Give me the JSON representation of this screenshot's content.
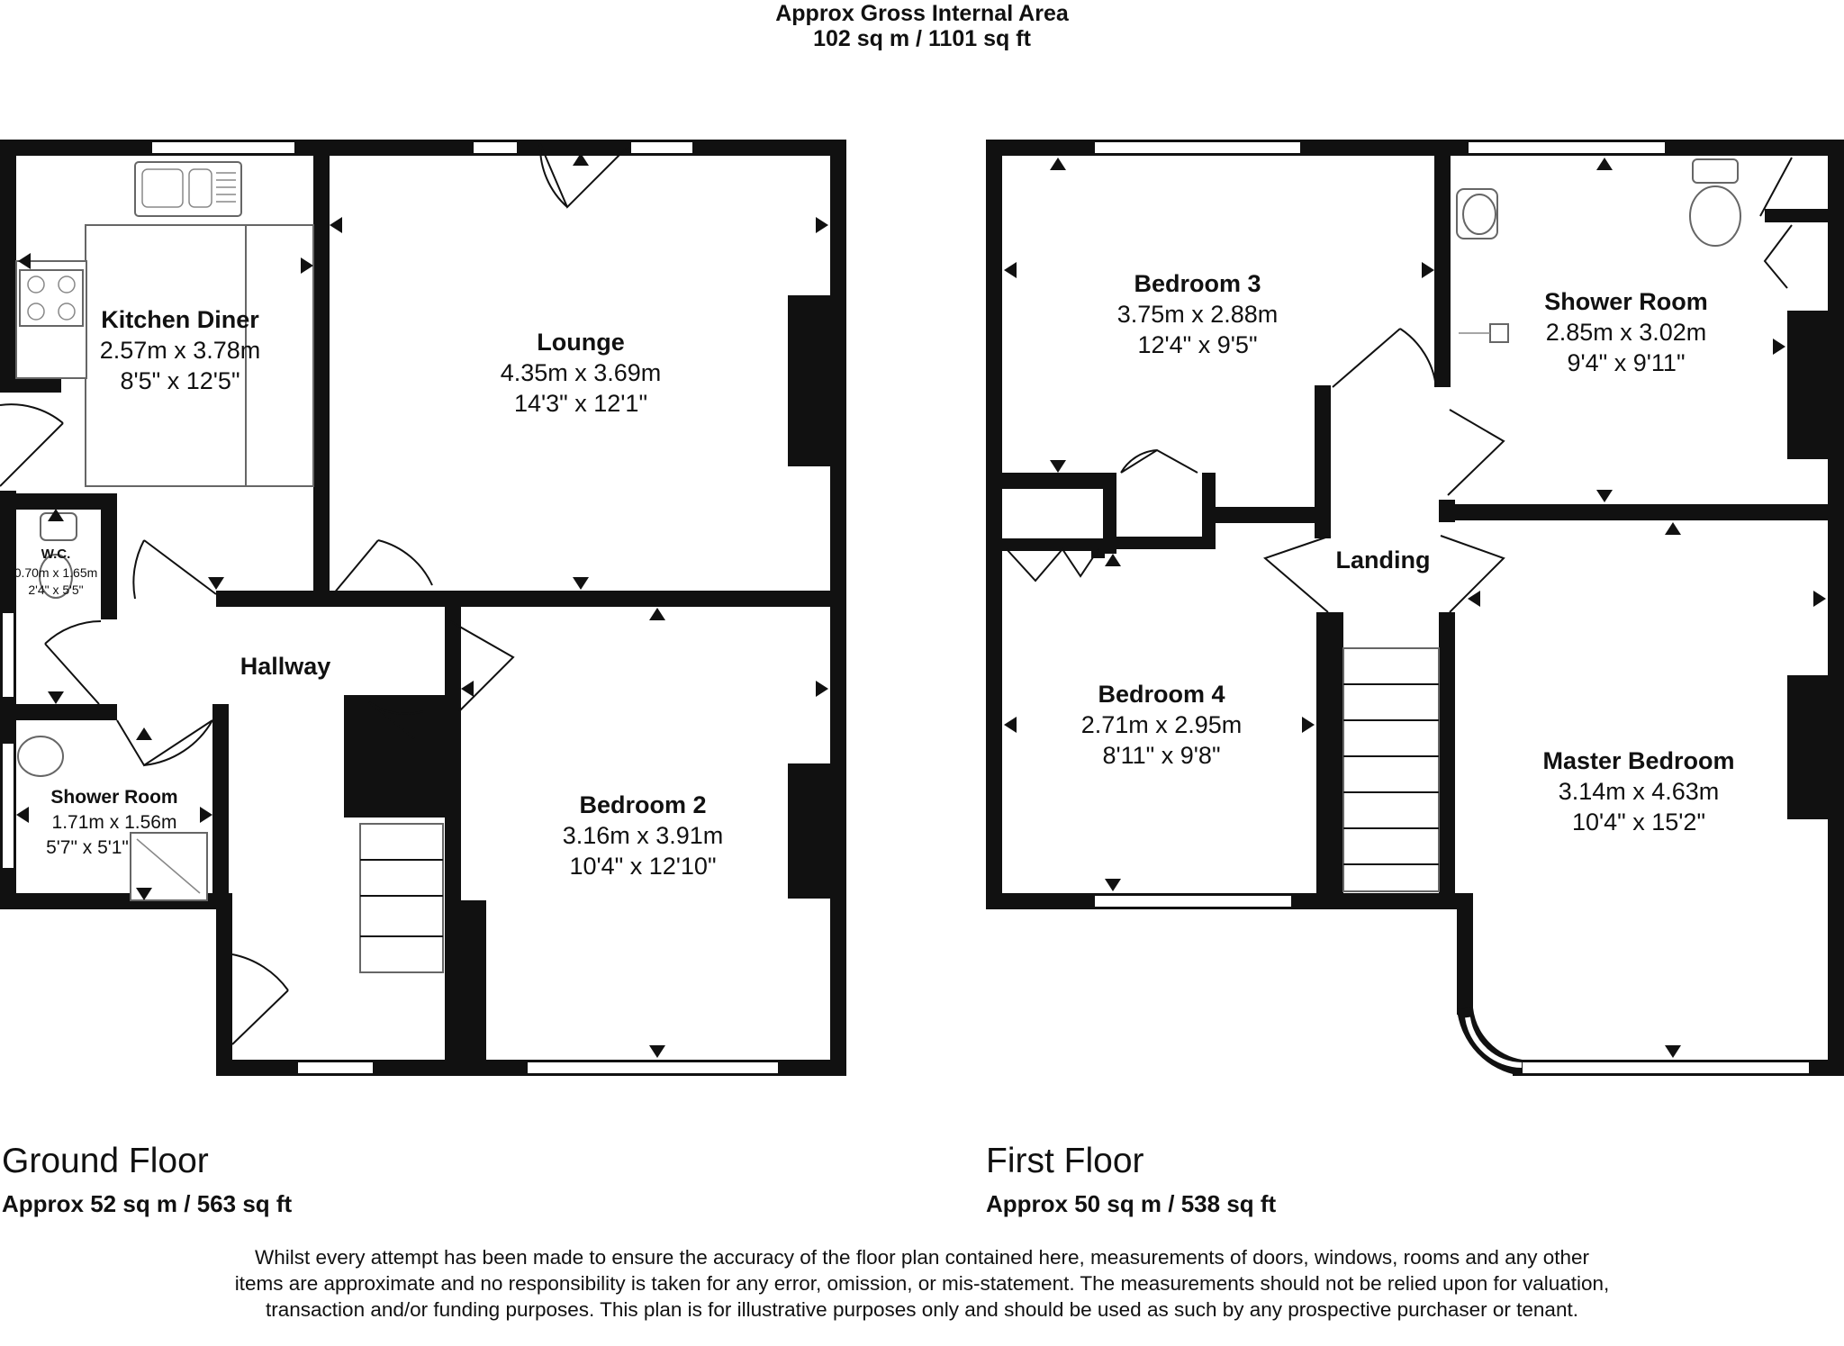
{
  "header": {
    "title": "Approx Gross Internal Area",
    "area": "102 sq m / 1101 sq ft"
  },
  "ground_floor": {
    "name": "Ground Floor",
    "area": "Approx 52 sq m / 563 sq ft",
    "rooms": {
      "kitchen": {
        "name": "Kitchen Diner",
        "metric": "2.57m x 3.78m",
        "imperial": "8'5\" x 12'5\""
      },
      "lounge": {
        "name": "Lounge",
        "metric": "4.35m x 3.69m",
        "imperial": "14'3\" x 12'1\""
      },
      "wc": {
        "name": "W.C.",
        "metric": "0.70m x 1.65m",
        "imperial": "2'4\" x 5'5\""
      },
      "hallway": {
        "name": "Hallway"
      },
      "shower": {
        "name": "Shower Room",
        "metric": "1.71m x 1.56m",
        "imperial": "5'7\" x 5'1\""
      },
      "bedroom2": {
        "name": "Bedroom 2",
        "metric": "3.16m x 3.91m",
        "imperial": "10'4\" x 12'10\""
      }
    }
  },
  "first_floor": {
    "name": "First Floor",
    "area": "Approx 50 sq m / 538 sq ft",
    "rooms": {
      "bedroom3": {
        "name": "Bedroom 3",
        "metric": "3.75m x 2.88m",
        "imperial": "12'4\" x 9'5\""
      },
      "shower": {
        "name": "Shower Room",
        "metric": "2.85m x 3.02m",
        "imperial": "9'4\" x 9'11\""
      },
      "landing": {
        "name": "Landing"
      },
      "bedroom4": {
        "name": "Bedroom 4",
        "metric": "2.71m x 2.95m",
        "imperial": "8'11\" x 9'8\""
      },
      "master": {
        "name": "Master Bedroom",
        "metric": "3.14m x 4.63m",
        "imperial": "10'4\" x 15'2\""
      }
    }
  },
  "disclaimer": "Whilst every attempt has been made to ensure the accuracy of the floor plan contained here, measurements of doors, windows, rooms and any other items are approximate and no responsibility is taken for any error, omission, or mis-statement. The measurements should not be relied upon for valuation, transaction and/or funding purposes. This plan is for illustrative purposes only and should be used as such by any prospective purchaser or tenant."
}
